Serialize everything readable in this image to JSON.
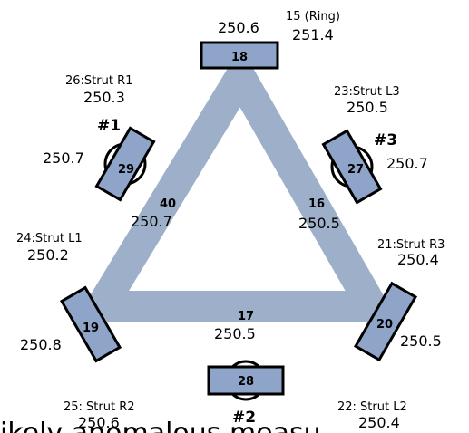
{
  "diagram": {
    "colors": {
      "frame": "#9eb0c9",
      "box_fill": "#8ea4c8",
      "box_stroke": "#000000",
      "ring": "#000000"
    },
    "top_box": {
      "id": "18",
      "value": "250.6",
      "ring_label": "15 (Ring)",
      "ring_value": "251.4"
    },
    "left_box": {
      "id": "19",
      "value": "250.8"
    },
    "right_box": {
      "id": "20",
      "value": "250.5"
    },
    "bottom_box": {
      "id": "28"
    },
    "strut_29": {
      "id": "29",
      "marker": "#1",
      "value": "250.7"
    },
    "strut_27": {
      "id": "27",
      "marker": "#3",
      "value": "250.7"
    },
    "bottom_marker": "#2",
    "edges": {
      "left": {
        "id": "40",
        "value": "250.7"
      },
      "right": {
        "id": "16",
        "value": "250.5"
      },
      "bottom": {
        "id": "17",
        "value": "250.5"
      }
    },
    "struts": {
      "r1": {
        "label": "26:Strut R1",
        "value": "250.3"
      },
      "l3": {
        "label": "23:Strut L3",
        "value": "250.5"
      },
      "l1": {
        "label": "24:Strut L1",
        "value": "250.2"
      },
      "r3": {
        "label": "21:Strut R3",
        "value": "250.4"
      },
      "r2": {
        "label": "25: Strut R2",
        "value": "250.6"
      },
      "l2": {
        "label": "22: Strut L2",
        "value": "250.4"
      }
    },
    "footer_text": "ikely anomalous measu"
  }
}
